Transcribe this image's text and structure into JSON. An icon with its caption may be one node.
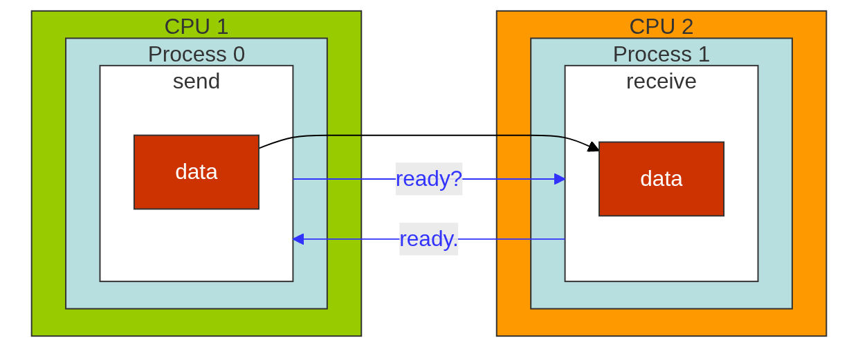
{
  "diagram": {
    "nodes": [
      {
        "text": [
          "CPU 1"
        ]
      },
      {
        "text": [
          "Process 0"
        ],
        "in": 0
      },
      {
        "text": [
          "send"
        ],
        "in": 1
      },
      {
        "text": [
          "data"
        ],
        "in": 2
      },
      {
        "text": [
          "CPU 2"
        ]
      },
      {
        "text": [
          "Process 1"
        ],
        "in": 4
      },
      {
        "text": [
          "receive"
        ],
        "in": 5
      },
      {
        "text": [
          "data"
        ],
        "in": 6
      }
    ],
    "edges": [
      {
        "from": 2,
        "to": 6,
        "arrow": "to",
        "label": "ready?"
      },
      {
        "from": 6,
        "to": 2,
        "arrow": "to",
        "label": "ready."
      },
      {
        "from": 3,
        "to": 7,
        "arrow": "to",
        "color": "#000000"
      }
    ]
  }
}
